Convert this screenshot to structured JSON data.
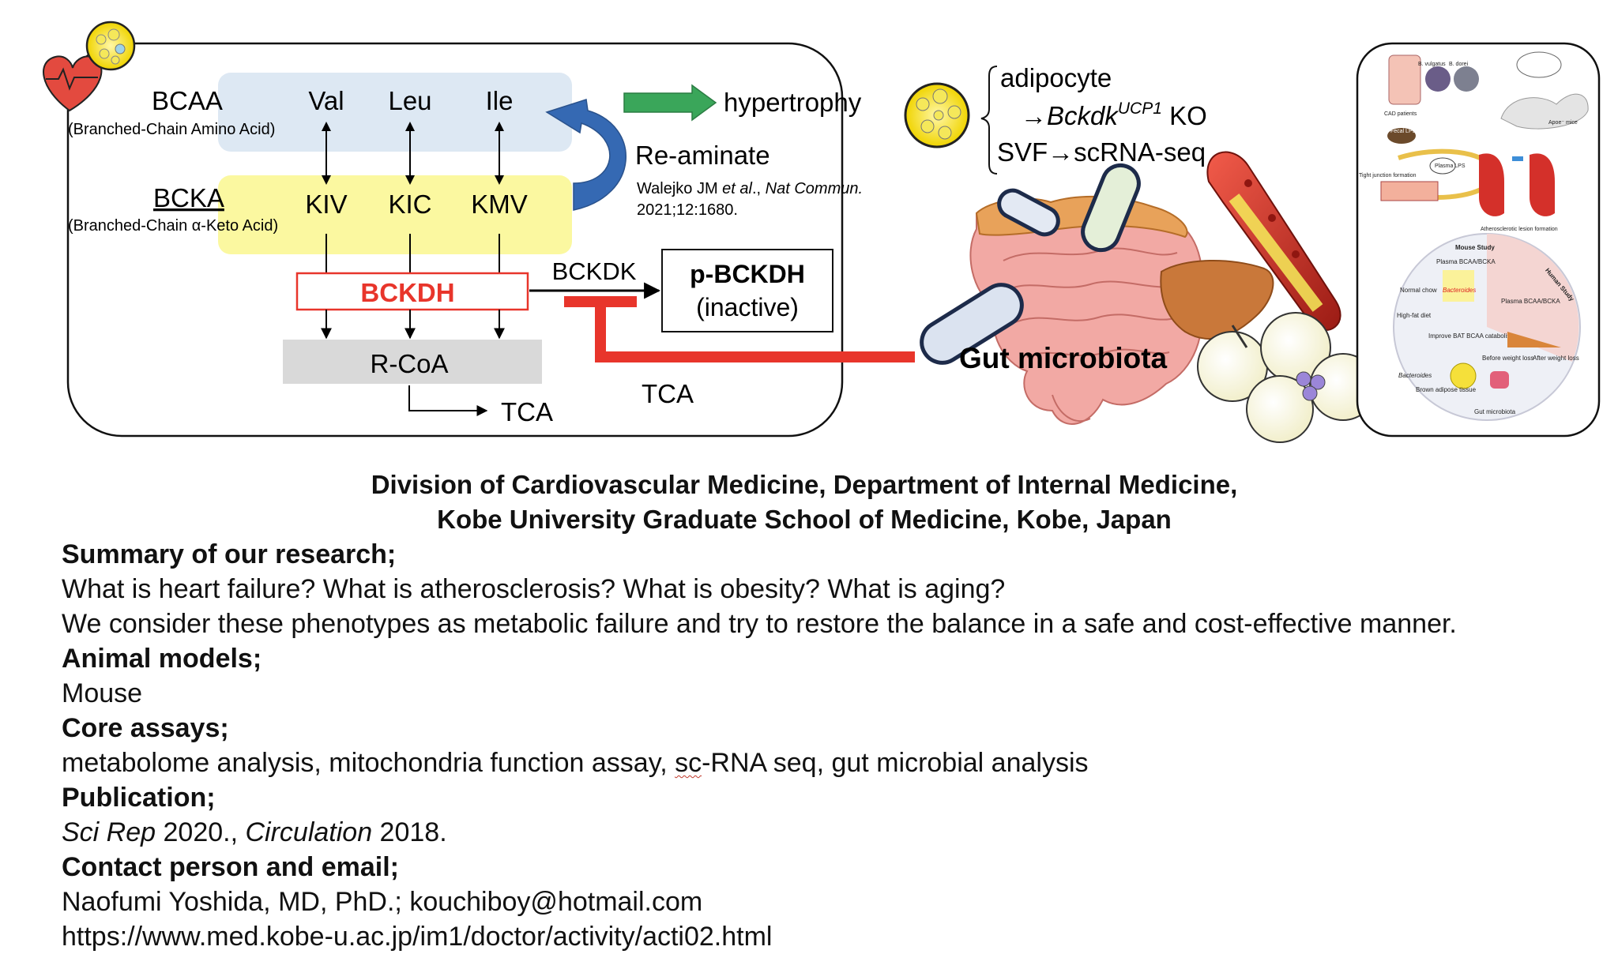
{
  "diagram": {
    "bcaa_label": "BCAA",
    "bcaa_full": "(Branched-Chain Amino Acid)",
    "bcka_label": "BCKA",
    "bcka_full": "(Branched-Chain α-Keto Acid)",
    "amino_acids": [
      "Val",
      "Leu",
      "Ile"
    ],
    "keto_acids": [
      "KIV",
      "KIC",
      "KMV"
    ],
    "bckdh": "BCKDH",
    "bckdk": "BCKDK",
    "pbckdh_line1": "p-BCKDH",
    "pbckdh_line2": "(inactive)",
    "rcoa": "R-CoA",
    "tca_left": "TCA",
    "tca_right": "TCA",
    "hypertrophy": "hypertrophy",
    "reaminate": "Re-aminate",
    "cite_authors": "Walejko JM ",
    "cite_etal": "et al",
    "cite_sep": "., ",
    "cite_journal": "Nat Commun.",
    "cite_year": "2021;12:1680.",
    "adipocyte": "adipocyte",
    "arrow_sym": "→",
    "bckdk_gene": "Bckdk",
    "ucp1": "UCP1",
    "ko": " KO",
    "svf": "SVF→scRNA-seq",
    "gut_microbiota": "Gut microbiota",
    "thumb": {
      "b_vulgatus": "B. vulgatus",
      "b_dorei": "B. dorei",
      "cad": "CAD patients",
      "apoe": "Apoe⁻ mice",
      "fecal": "Fecal LPS",
      "plasma_lps": "Plasma LPS",
      "tight": "Tight junction formation",
      "lesion": "Atherosclerotic lesion formation",
      "mouse_study": "Mouse Study",
      "human_study": "Human Study",
      "plasma_ratio": "Plasma BCAA/BCKA",
      "normal_chow": "Normal chow",
      "bacteroides": "Bacteroides",
      "hfd": "High-fat diet",
      "improve": "Improve BAT BCAA catabolism",
      "before": "Before weight loss",
      "after": "After weight loss",
      "bat": "Brown adipose tissue",
      "gut": "Gut microbiota"
    },
    "colors": {
      "blue_band": "#dde8f3",
      "yellow_band": "#fbf8a0",
      "red": "#e8352b",
      "green": "#3aa65a",
      "blue_arrow": "#3569b3",
      "gray": "#d9d9d9"
    }
  },
  "footer": {
    "dept_line1": "Division of Cardiovascular Medicine, Department of Internal Medicine,",
    "dept_line2": "Kobe University Graduate School of Medicine, Kobe, Japan",
    "summary_h": "Summary of our research;",
    "summary_1": "What is heart failure? What is atherosclerosis? What is obesity? What is aging?",
    "summary_2": "We consider these phenotypes as metabolic failure and try to restore the balance in a safe and cost-effective manner.",
    "animal_h": "Animal models;",
    "animal_t": "Mouse",
    "core_h": "Core assays;",
    "core_t1": "metabolome analysis, mitochondria function assay, ",
    "core_sc": "sc",
    "core_t2": "-RNA seq, gut microbial analysis",
    "pub_h": "Publication;",
    "pub_j1": "Sci Rep",
    "pub_y1": " 2020., ",
    "pub_j2": "Circulation",
    "pub_y2": " 2018.",
    "contact_h": "Contact person and email;",
    "contact_t": "Naofumi Yoshida, MD, PhD.; kouchiboy@hotmail.com",
    "url": "https://www.med.kobe-u.ac.jp/im1/doctor/activity/acti02.html"
  }
}
